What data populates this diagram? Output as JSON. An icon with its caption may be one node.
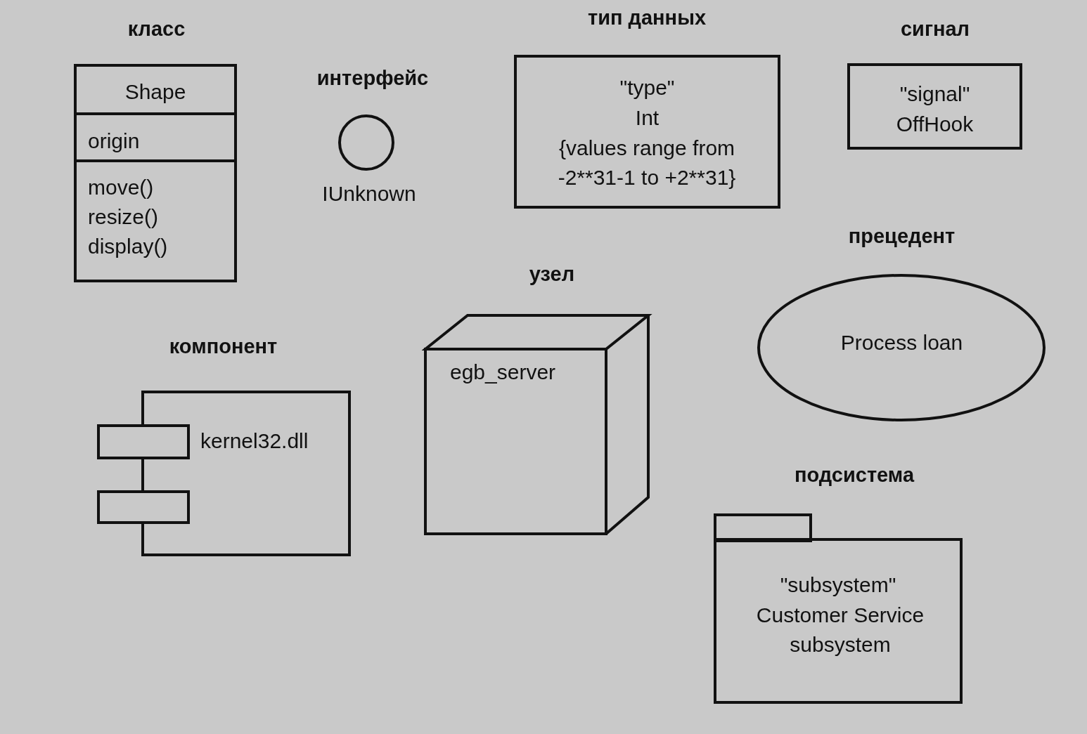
{
  "diagram": {
    "nodes": [
      {
        "text": [
          "класс",
          "Shape",
          "origin",
          "move() resize() display()"
        ]
      },
      {
        "text": [
          "интерфейс",
          "IUnknown"
        ]
      },
      {
        "text": [
          "тип данных",
          "\"type\"",
          "Int",
          "{values range from -2**31-1 to +2**31}"
        ]
      },
      {
        "text": [
          "сигнал",
          "\"signal\"",
          "OffHook"
        ]
      },
      {
        "text": [
          "прецедент",
          "Process loan"
        ]
      },
      {
        "text": [
          "узел",
          "egb_server"
        ]
      },
      {
        "text": [
          "компонент",
          "kernel32.dll"
        ]
      },
      {
        "text": [
          "подсистема",
          "\"subsystem\"",
          "Customer Service subsystem"
        ]
      }
    ]
  }
}
